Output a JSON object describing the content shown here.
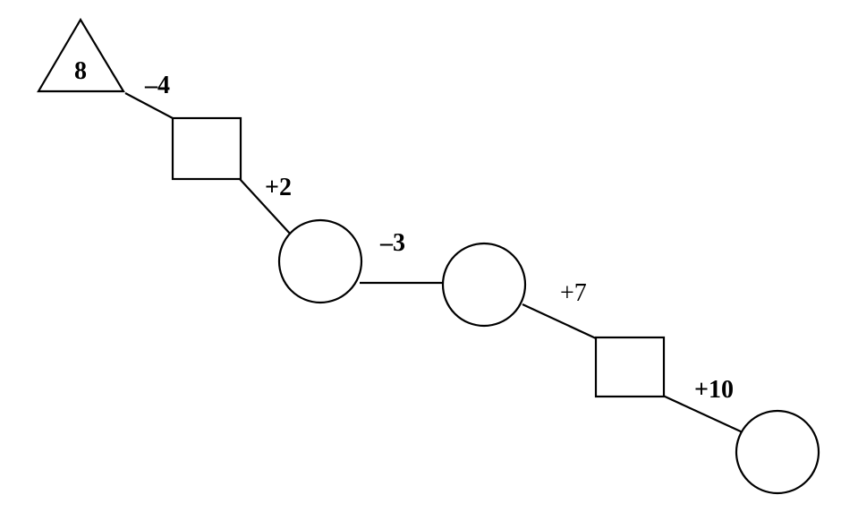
{
  "chain": {
    "start": {
      "shape": "triangle",
      "value": "8"
    },
    "operations": [
      {
        "label": "–4",
        "bold": true
      },
      {
        "label": "+2",
        "bold": true
      },
      {
        "label": "–3",
        "bold": true
      },
      {
        "label": "+7",
        "bold": false
      },
      {
        "label": "+10",
        "bold": true
      }
    ],
    "boxes": [
      {
        "shape": "square",
        "value": ""
      },
      {
        "shape": "circle",
        "value": ""
      },
      {
        "shape": "circle",
        "value": ""
      },
      {
        "shape": "square",
        "value": ""
      },
      {
        "shape": "circle",
        "value": ""
      }
    ]
  }
}
